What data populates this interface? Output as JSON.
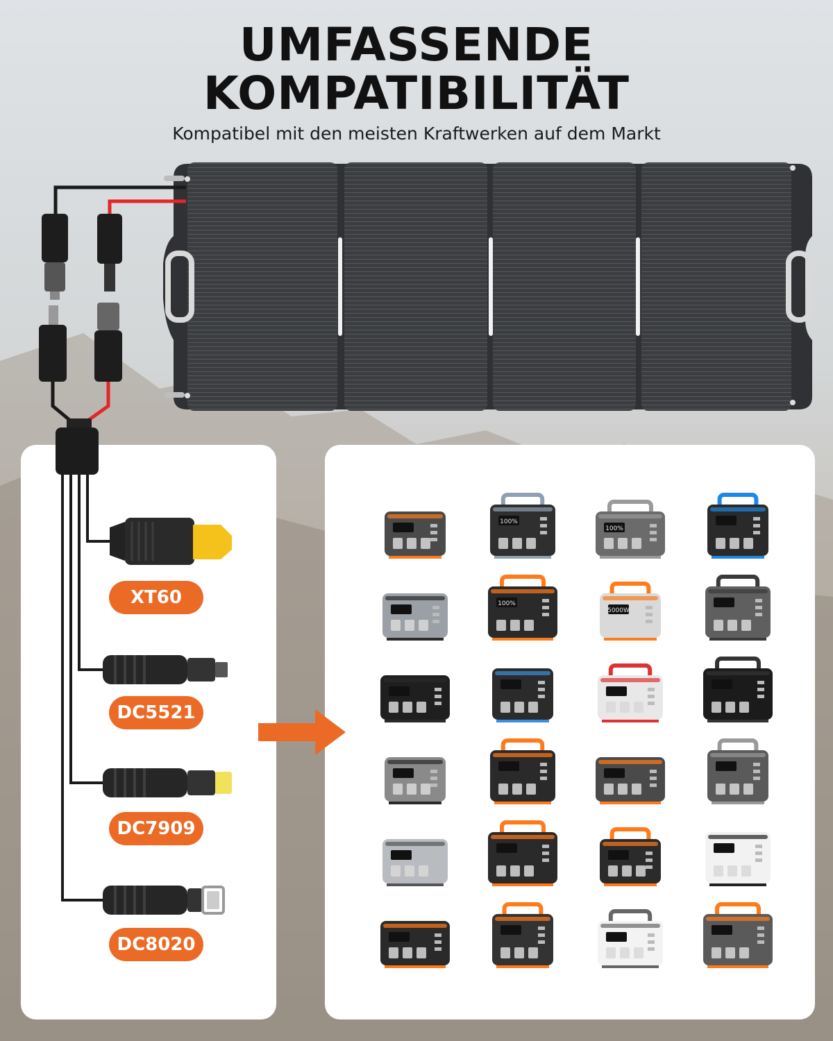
{
  "header": {
    "title_line1": "UMFASSENDE",
    "title_line2": "KOMPATIBILITÄT",
    "subtitle": "Kompatibel mit den meisten Kraftwerken auf dem Markt"
  },
  "connectors": [
    {
      "label": "XT60",
      "connector_color": "#f5c21b"
    },
    {
      "label": "DC5521",
      "connector_color": "#555555"
    },
    {
      "label": "DC7909",
      "connector_color": "#f2e15a"
    },
    {
      "label": "DC8020",
      "connector_color": "#cccccc"
    }
  ],
  "colors": {
    "accent": "#ea6a26",
    "cable_red": "#e3262b",
    "cable_black": "#1a1a1a",
    "panel": "#3b3d40"
  },
  "icons": {
    "arrow": "arrow-right-icon",
    "panel": "solar-panel-icon",
    "station": "power-station-icon"
  },
  "stations": [
    {
      "body": "#4a4a4a",
      "accent": "#ff7a1a",
      "screen": ""
    },
    {
      "body": "#2f2f2f",
      "accent": "#8fa0b0",
      "screen": "100%"
    },
    {
      "body": "#6b6b6b",
      "accent": "#9a9a9a",
      "screen": "100%"
    },
    {
      "body": "#2a2a2a",
      "accent": "#1e88e5",
      "screen": ""
    },
    {
      "body": "#9aa0a6",
      "accent": "#2b2b2b",
      "screen": ""
    },
    {
      "body": "#2a2a2a",
      "accent": "#ff7a1a",
      "screen": "100%"
    },
    {
      "body": "#d9d9d9",
      "accent": "#ff7a1a",
      "screen": "5000W"
    },
    {
      "body": "#5f5f5f",
      "accent": "#3a3a3a",
      "screen": ""
    },
    {
      "body": "#1f1f1f",
      "accent": "#2a2a2a",
      "screen": ""
    },
    {
      "body": "#2b2b2b",
      "accent": "#3b8fe0",
      "screen": ""
    },
    {
      "body": "#e8e8e8",
      "accent": "#d33",
      "screen": ""
    },
    {
      "body": "#1b1b1b",
      "accent": "#333",
      "screen": ""
    },
    {
      "body": "#8a8a8a",
      "accent": "#2a2a2a",
      "screen": ""
    },
    {
      "body": "#2a2a2a",
      "accent": "#ff7a1a",
      "screen": ""
    },
    {
      "body": "#4a4a4a",
      "accent": "#ff7a1a",
      "screen": ""
    },
    {
      "body": "#5a5a5a",
      "accent": "#999",
      "screen": ""
    },
    {
      "body": "#b8bcc0",
      "accent": "#555",
      "screen": ""
    },
    {
      "body": "#2a2a2a",
      "accent": "#ff7a1a",
      "screen": ""
    },
    {
      "body": "#2b2b2b",
      "accent": "#ff7a1a",
      "screen": ""
    },
    {
      "body": "#f2f2f2",
      "accent": "#222",
      "screen": ""
    },
    {
      "body": "#2a2a2a",
      "accent": "#ff7a1a",
      "screen": ""
    },
    {
      "body": "#333",
      "accent": "#ff7a1a",
      "screen": ""
    },
    {
      "body": "#f3f3f3",
      "accent": "#666",
      "screen": ""
    },
    {
      "body": "#5a5a5a",
      "accent": "#ff7a1a",
      "screen": ""
    }
  ]
}
